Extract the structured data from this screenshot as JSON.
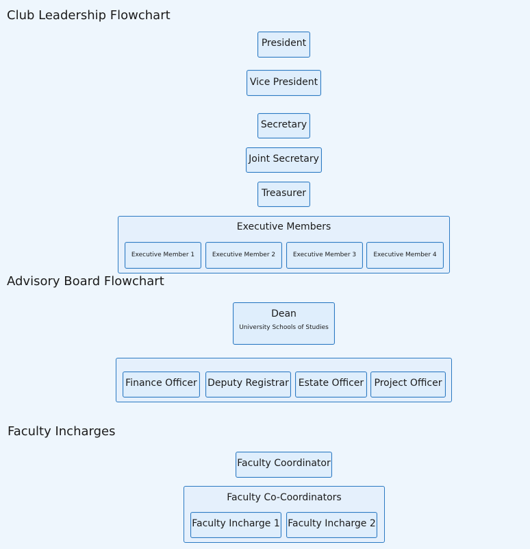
{
  "sections": {
    "leadership": {
      "title": "Club Leadership Flowchart",
      "president": "President",
      "vice_president": "Vice President",
      "secretary": "Secretary",
      "joint_secretary": "Joint Secretary",
      "treasurer": "Treasurer",
      "executive_group": {
        "label": "Executive Members",
        "members": [
          "Executive Member 1",
          "Executive Member 2",
          "Executive Member 3",
          "Executive Member 4"
        ]
      }
    },
    "advisory": {
      "title": "Advisory Board Flowchart",
      "dean": {
        "label": "Dean",
        "subtitle": "University Schools of Studies"
      },
      "officers": [
        "Finance Officer",
        "Deputy Registrar",
        "Estate Officer",
        "Project Officer"
      ]
    },
    "faculty": {
      "title": "Faculty Incharges",
      "coordinator": "Faculty Coordinator",
      "co_group": {
        "label": "Faculty Co-Coordinators",
        "members": [
          "Faculty Incharge 1",
          "Faculty Incharge 2"
        ]
      }
    }
  }
}
